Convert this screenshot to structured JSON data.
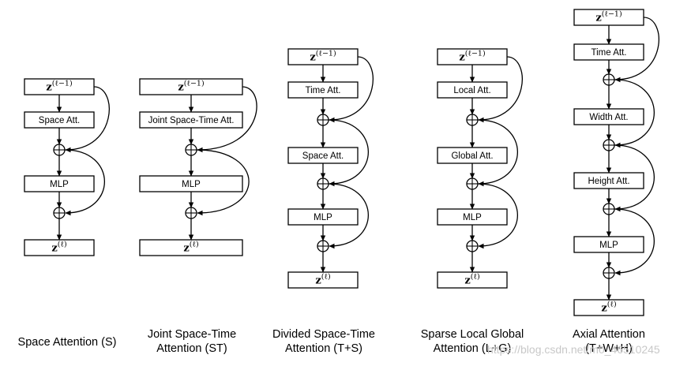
{
  "math": {
    "input_base": "z",
    "input_sup": "(ℓ−1)",
    "output_base": "z",
    "output_sup": "(ℓ)"
  },
  "columns": [
    {
      "caption": [
        "Space Attention (S)"
      ],
      "modules": [
        "Space Att.",
        "MLP"
      ]
    },
    {
      "caption": [
        "Joint Space-Time",
        "Attention (ST)"
      ],
      "modules": [
        "Joint Space-Time Att.",
        "MLP"
      ]
    },
    {
      "caption": [
        "Divided Space-Time",
        "Attention (T+S)"
      ],
      "modules": [
        "Time Att.",
        "Space Att.",
        "MLP"
      ]
    },
    {
      "caption": [
        "Sparse Local Global",
        "Attention (L+G)"
      ],
      "modules": [
        "Local Att.",
        "Global Att.",
        "MLP"
      ]
    },
    {
      "caption": [
        "Axial Attention",
        "(T+W+H)"
      ],
      "modules": [
        "Time Att.",
        "Width Att.",
        "Height Att.",
        "MLP"
      ]
    }
  ],
  "watermark": "https://blog.csdn.net/m0_46510245"
}
